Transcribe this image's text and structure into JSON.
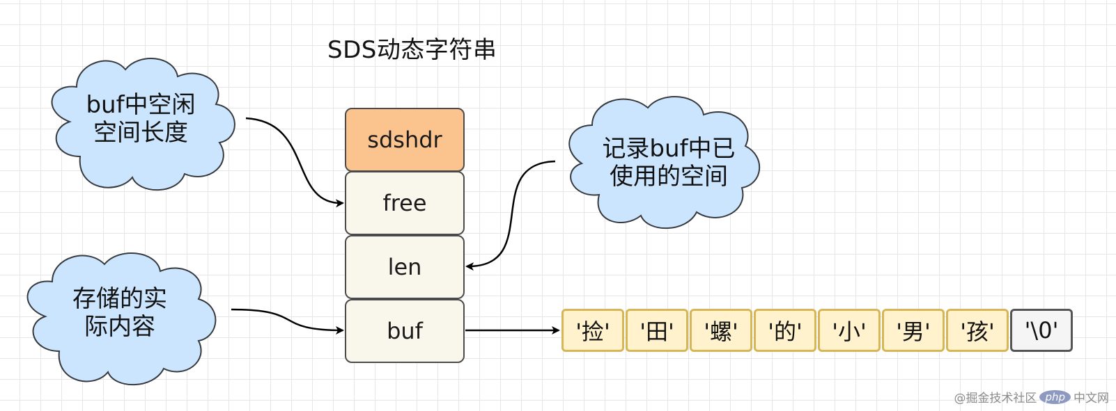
{
  "title": "SDS动态字符串",
  "struct": {
    "header": "sdshdr",
    "fields": [
      "free",
      "len",
      "buf"
    ]
  },
  "buffer_cells": [
    "'捡'",
    "'田'",
    "'螺'",
    "'的'",
    "'小'",
    "'男'",
    "'孩'",
    "'\\0'"
  ],
  "clouds": {
    "free_note": {
      "line1": "buf中空闲",
      "line2": "空间长度"
    },
    "len_note": {
      "line1": "记录buf中已",
      "line2": "使用的空间"
    },
    "buf_note": {
      "line1": "存储的实",
      "line2": "际内容"
    }
  },
  "watermark": {
    "prefix": "@掘金技术社区",
    "logo": "php",
    "suffix": "中文网"
  },
  "colors": {
    "header_fill": "#fbc48e",
    "field_fill": "#f9f6ec",
    "cell_fill": "#fff2cc",
    "cell_border": "#d6b656",
    "cloud_fill": "#cce5ff",
    "cloud_stroke": "#36393d"
  }
}
